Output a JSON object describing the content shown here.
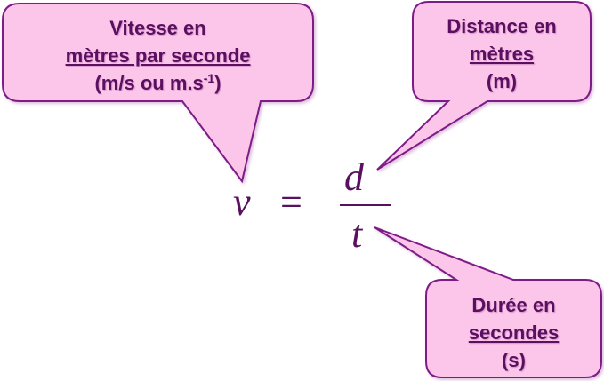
{
  "colors": {
    "callout_fill": "#fcc5ea",
    "callout_stroke": "#7d1a86",
    "text": "#5a0f5f"
  },
  "formula": {
    "lhs": "v",
    "operator": "=",
    "numerator": "d",
    "denominator": "t"
  },
  "callouts": {
    "speed": {
      "line1": "Vitesse en",
      "line2": "mètres par seconde",
      "line3_prefix": "(m/s ou m.s",
      "line3_sup": "-1",
      "line3_suffix": ")"
    },
    "distance": {
      "line1": "Distance en",
      "line2": "mètres",
      "line3": "(m)"
    },
    "duration": {
      "line1": "Durée en",
      "line2": "secondes",
      "line3": "(s)"
    }
  }
}
